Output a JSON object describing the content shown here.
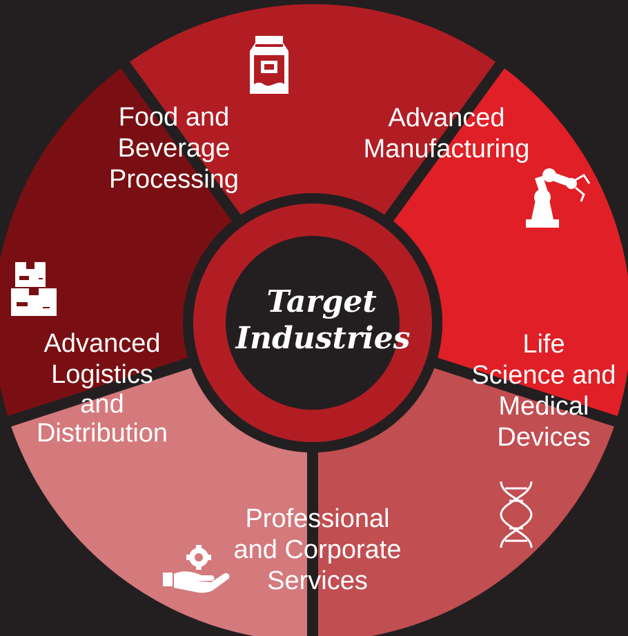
{
  "center": {
    "line1": "Target",
    "line2": "Industries"
  },
  "segments": [
    {
      "id": "food-and-beverage-processing",
      "lines": [
        "Food and",
        "Beverage",
        "Processing"
      ],
      "color": "#b21d24",
      "icon": "milk-carton-icon"
    },
    {
      "id": "advanced-manufacturing",
      "lines": [
        "Advanced",
        "Manufacturing"
      ],
      "color": "#e01f26",
      "icon": "robot-arm-icon"
    },
    {
      "id": "life-science-and-medical-devices",
      "lines": [
        "Life",
        "Science and",
        "Medical",
        "Devices"
      ],
      "color": "#c14e51",
      "icon": "dna-icon"
    },
    {
      "id": "professional-and-corporate-services",
      "lines": [
        "Professional",
        "and Corporate",
        "Services"
      ],
      "color": "#d4797c",
      "icon": "hand-gear-icon"
    },
    {
      "id": "advanced-logistics-and-distribution",
      "lines": [
        "Advanced",
        "Logistics",
        "and",
        "Distribution"
      ],
      "color": "#7a0f13",
      "icon": "boxes-icon"
    }
  ],
  "colors": {
    "background": "#231f20",
    "inner_ring": "#b21d24",
    "center": "#231f20",
    "text": "#ffffff"
  }
}
